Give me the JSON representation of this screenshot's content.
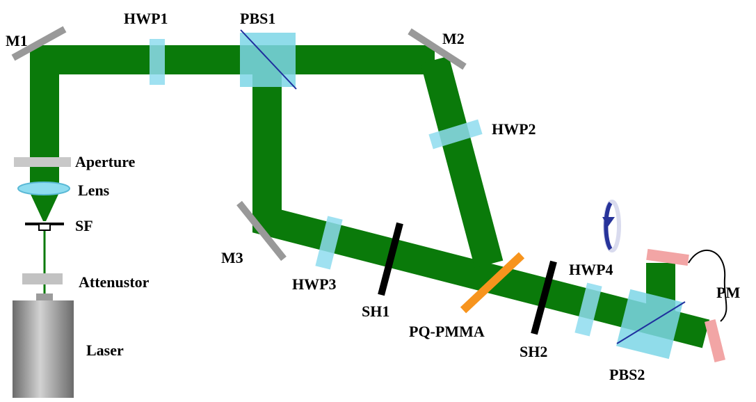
{
  "labels": {
    "m1": "M1",
    "hwp1": "HWP1",
    "pbs1": "PBS1",
    "m2": "M2",
    "hwp2": "HWP2",
    "aperture": "Aperture",
    "lens": "Lens",
    "sf": "SF",
    "attenuator": "Attenustor",
    "laser": "Laser",
    "m3": "M3",
    "hwp3": "HWP3",
    "sh1": "SH1",
    "pq_pmma": "PQ-PMMA",
    "sh2": "SH2",
    "hwp4": "HWP4",
    "pbs2": "PBS2",
    "pm": "PM"
  },
  "colors": {
    "beam": "#0a7a0a",
    "mirror": "#999999",
    "waveplate": "#8edcef",
    "beam_splitter": "#7dd6e6",
    "splitter_line": "#1f2f9e",
    "shutter": "#000000",
    "sample": "#f7941d",
    "detector": "#f2a5a5",
    "laser_body": "#8f8f8f",
    "rotation_arrow": "#27339a"
  },
  "icons": {
    "hwp4_rotation": "rotation-arrow-icon"
  }
}
